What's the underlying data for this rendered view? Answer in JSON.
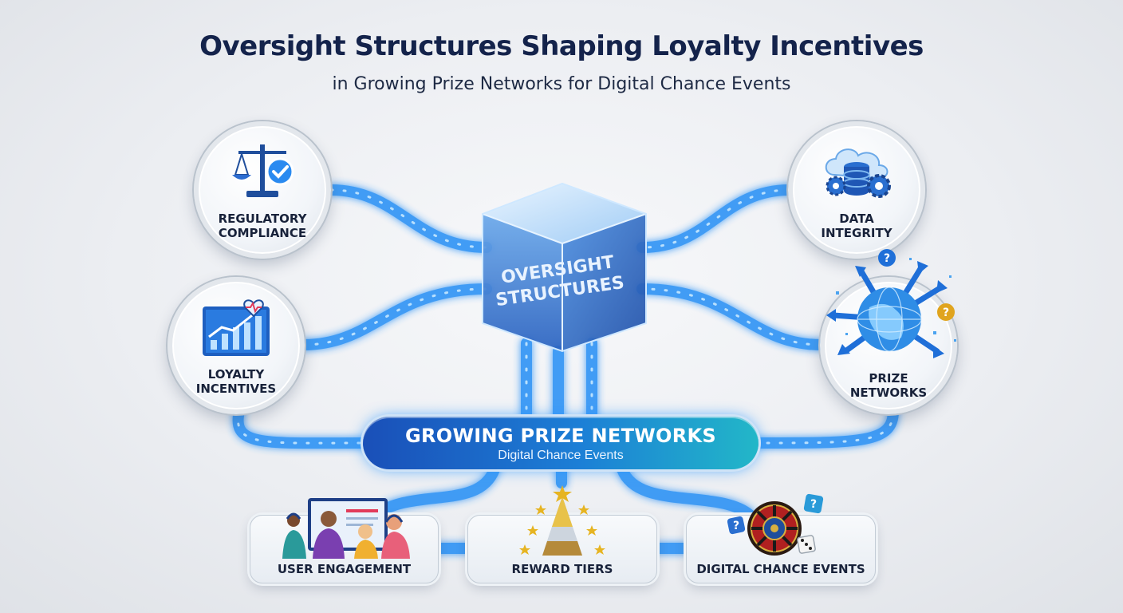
{
  "header": {
    "title": "Oversight Structures Shaping Loyalty Incentives",
    "subtitle": "in Growing Prize Networks for Digital Chance Events"
  },
  "hub": {
    "line1": "OVERSIGHT",
    "line2": "STRUCTURES"
  },
  "nodes": {
    "regulatory": [
      "REGULATORY",
      "COMPLIANCE"
    ],
    "loyalty": [
      "LOYALTY",
      "INCENTIVES"
    ],
    "data": [
      "DATA",
      "INTEGRITY"
    ],
    "prize": [
      "PRIZE",
      "NETWORKS"
    ]
  },
  "banner": {
    "title": "GROWING PRIZE NETWORKS",
    "subtitle": "Digital Chance Events"
  },
  "cards": {
    "engagement": "USER ENGAGEMENT",
    "tiers": "REWARD TIERS",
    "chance": "DIGITAL CHANCE EVENTS"
  },
  "icons": {
    "regulatory": "scales-check-icon",
    "loyalty": "growth-chart-heartbeat-icon",
    "data": "cloud-database-gear-icon",
    "prize": "globe-network-arrows-icon",
    "engagement": "people-screen-icon",
    "tiers": "star-pyramid-icon",
    "chance": "roulette-dice-icon"
  },
  "colors": {
    "title": "#14234b",
    "accent": "#1f8cf0",
    "glow": "#5fb8ff",
    "banner_start": "#1a4fb8",
    "banner_end": "#22b7c8"
  }
}
